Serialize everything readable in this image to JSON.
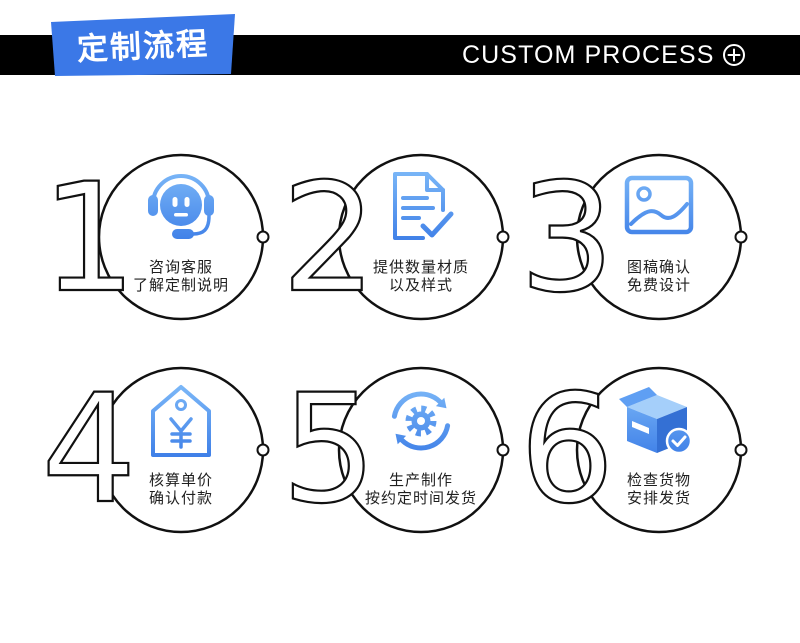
{
  "colors": {
    "background": "#ffffff",
    "band": "#000000",
    "tag": "#3b78e7",
    "accent": "#3d7ee7",
    "accent_light": "#7db9f8",
    "text": "#1f1f1f",
    "outline": "#111111"
  },
  "header": {
    "tag_label": "定制流程",
    "title": "CUSTOM PROCESS",
    "title_icon": "circled-plus-icon"
  },
  "steps": [
    {
      "number": "1",
      "icon": "customer-service-icon",
      "title": "咨询客服",
      "subtitle": "了解定制说明"
    },
    {
      "number": "2",
      "icon": "document-check-icon",
      "title": "提供数量材质",
      "subtitle": "以及样式"
    },
    {
      "number": "3",
      "icon": "image-icon",
      "title": "图稿确认",
      "subtitle": "免费设计"
    },
    {
      "number": "4",
      "icon": "price-tag-yen-icon",
      "title": "核算单价",
      "subtitle": "确认付款"
    },
    {
      "number": "5",
      "icon": "gear-refresh-icon",
      "title": "生产制作",
      "subtitle": "按约定时间发货"
    },
    {
      "number": "6",
      "icon": "box-check-icon",
      "title": "检查货物",
      "subtitle": "安排发货"
    }
  ]
}
